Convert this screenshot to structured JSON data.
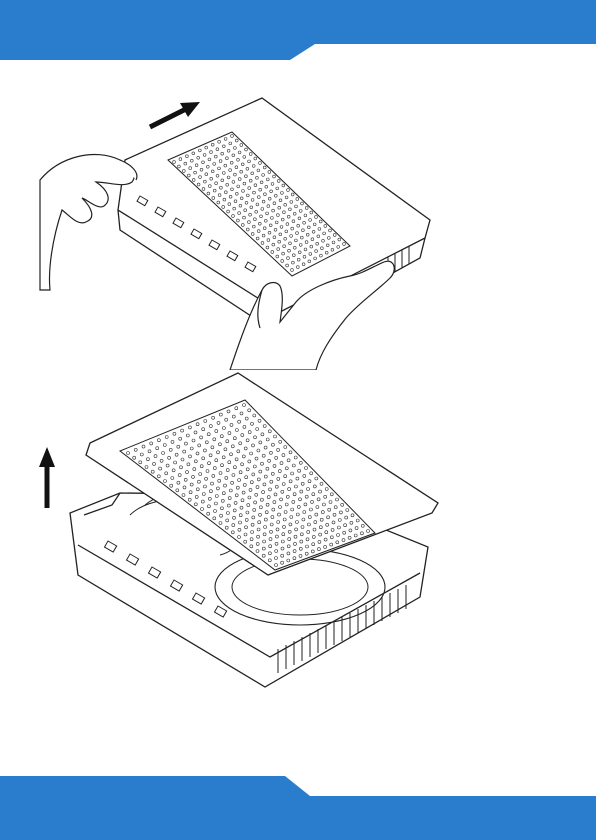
{
  "page": {
    "kind": "manual-illustration-page",
    "text_content": []
  },
  "colors": {
    "band_blue": "#2a7ccd",
    "line": "#222222",
    "paper": "#ffffff"
  },
  "figures": [
    {
      "id": "fig-slide-cover",
      "arrow_direction": "up-right",
      "icon": "arrow-up-right-icon"
    },
    {
      "id": "fig-lift-cover",
      "arrow_direction": "up",
      "icon": "arrow-up-icon"
    }
  ]
}
